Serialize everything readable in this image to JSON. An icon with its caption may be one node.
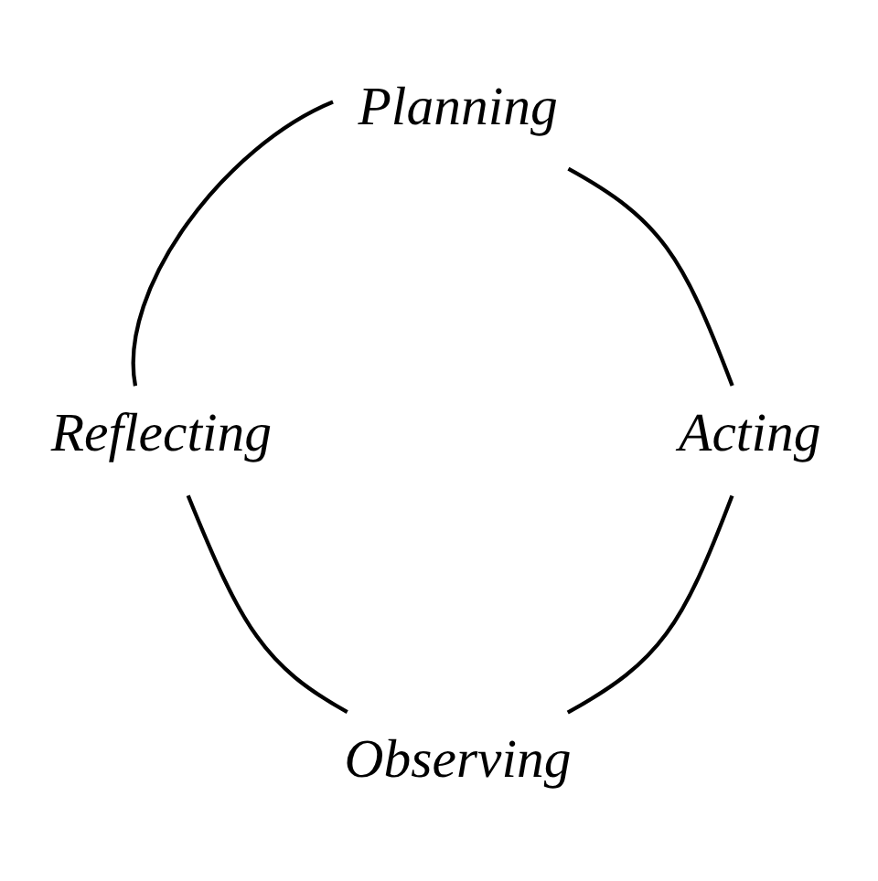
{
  "diagram": {
    "nodes": [
      {
        "text": [
          "Planning"
        ]
      },
      {
        "text": [
          "Acting"
        ]
      },
      {
        "text": [
          "Observing"
        ]
      },
      {
        "text": [
          "Reflecting"
        ]
      }
    ],
    "edges": [
      {
        "from": 0,
        "to": 1,
        "arrow": "none"
      },
      {
        "from": 1,
        "to": 2,
        "arrow": "none"
      },
      {
        "from": 2,
        "to": 3,
        "arrow": "none"
      },
      {
        "from": 3,
        "to": 0,
        "arrow": "none"
      }
    ]
  }
}
